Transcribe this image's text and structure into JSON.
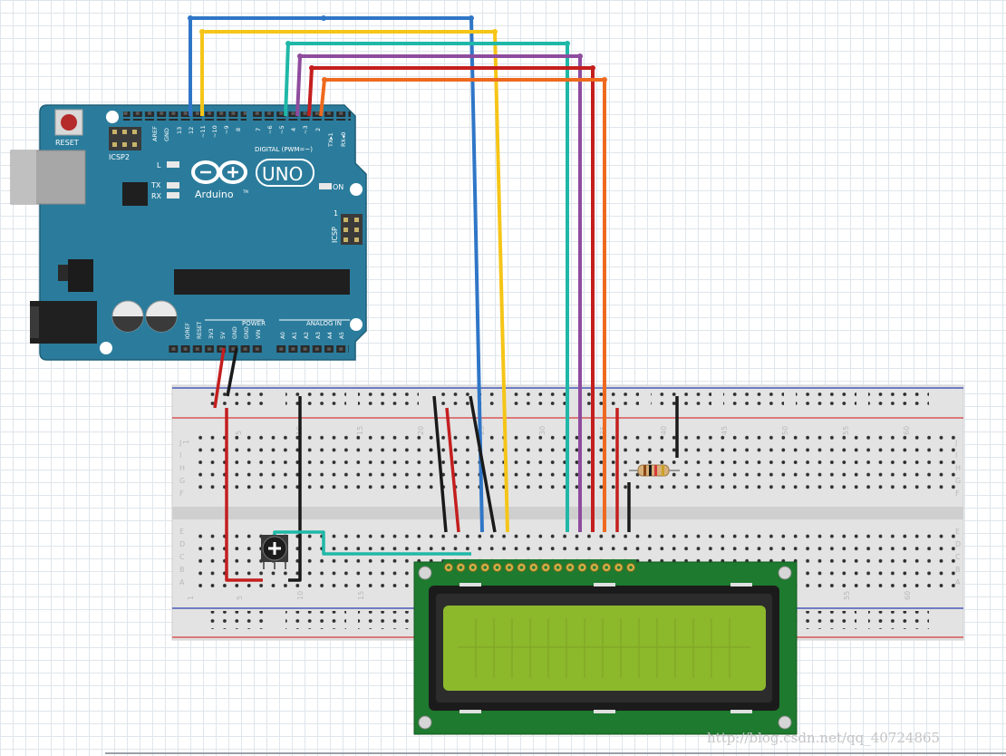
{
  "arduino": {
    "reset_label": "RESET",
    "icsp2_label": "ICSP2",
    "icsp_label": "ICSP",
    "icsp_pin1": "1",
    "led_l": "L",
    "led_tx": "TX",
    "led_rx": "RX",
    "on_label": "ON",
    "logo_text": "Arduino",
    "tm": "TM",
    "uno_label": "UNO",
    "digital_label": "DIGITAL (PWM=~)",
    "power_label": "POWER",
    "analog_label": "ANALOG IN",
    "digital_pins": [
      "AREF",
      "GND",
      "13",
      "12",
      "~11",
      "~10",
      "~9",
      "8",
      "7",
      "~6",
      "~5",
      "4",
      "~3",
      "2",
      "TX▸1",
      "RX◂0"
    ],
    "power_pins": [
      "IOREF",
      "RESET",
      "3V3",
      "5V",
      "GND",
      "GND",
      "VIN"
    ],
    "analog_pins": [
      "A0",
      "A1",
      "A2",
      "A3",
      "A4",
      "A5"
    ]
  },
  "breadboard": {
    "column_numbers": [
      "1",
      "5",
      "10",
      "15",
      "20",
      "25",
      "30",
      "35",
      "40",
      "45",
      "50",
      "55",
      "60"
    ],
    "row_letters_top": [
      "J",
      "I",
      "H",
      "G",
      "F"
    ],
    "row_letters_bottom": [
      "E",
      "D",
      "C",
      "B",
      "A"
    ]
  },
  "watermark": "http://blog.csdn.net/qq_40724865",
  "colors": {
    "arduino_teal": "#2b7c9c",
    "wire_blue": "#2f76c7",
    "wire_yellow": "#f5c518",
    "wire_cyan": "#1fb8a8",
    "wire_purple": "#8e4c9e",
    "wire_red": "#c41e1e",
    "wire_orange": "#ee6a1e",
    "lcd_green": "#1d7a2e",
    "lcd_screen": "#8cb82c"
  }
}
